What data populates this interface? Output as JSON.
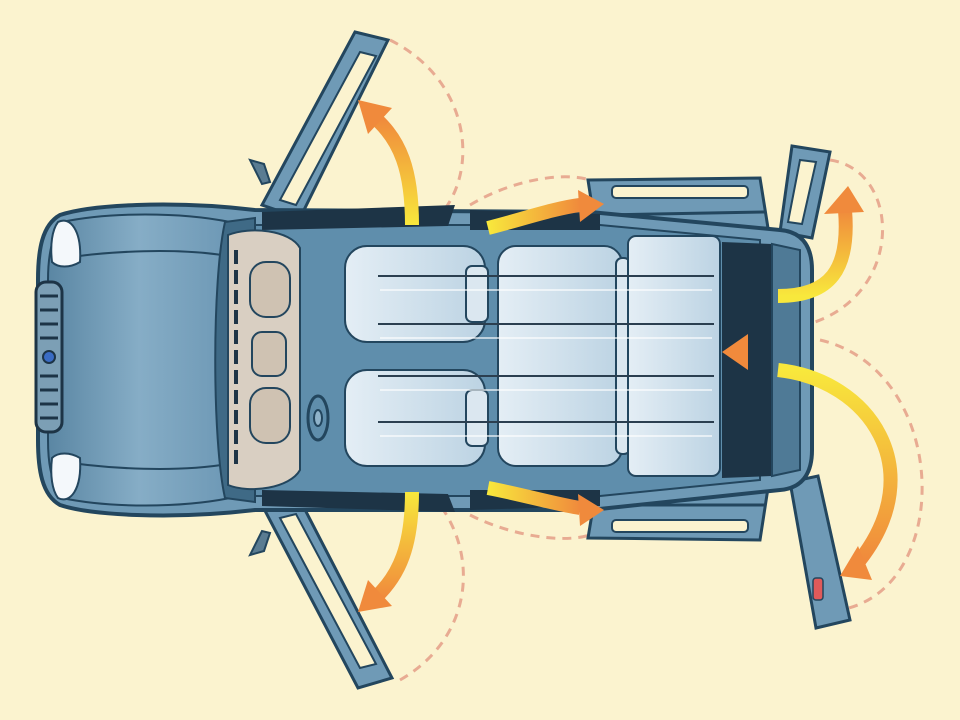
{
  "figure": {
    "subject": "car-top-view-door-opening-diagram",
    "colors": {
      "background": "#fbf3cf",
      "body": "#6f9ab6",
      "body_light": "#8fb3ca",
      "body_dark": "#3f6a86",
      "outline": "#23465e",
      "glass_dark": "#1d3446",
      "seat": "#cfe0ec",
      "seat_line": "#2b3f50",
      "dashboard": "#d9cfc2",
      "arrow_yellow": "#f8e03c",
      "arrow_orange": "#f08a3c",
      "swing_path": "#e8ab92"
    },
    "doors": [
      {
        "name": "front-left-door",
        "motion": "swing-open"
      },
      {
        "name": "front-right-door",
        "motion": "swing-open"
      },
      {
        "name": "rear-left-sliding-door",
        "motion": "slide-back"
      },
      {
        "name": "rear-right-sliding-door",
        "motion": "slide-back"
      },
      {
        "name": "tailgate-upper",
        "motion": "swing-open"
      },
      {
        "name": "tailgate-lower",
        "motion": "swing-open"
      }
    ]
  }
}
